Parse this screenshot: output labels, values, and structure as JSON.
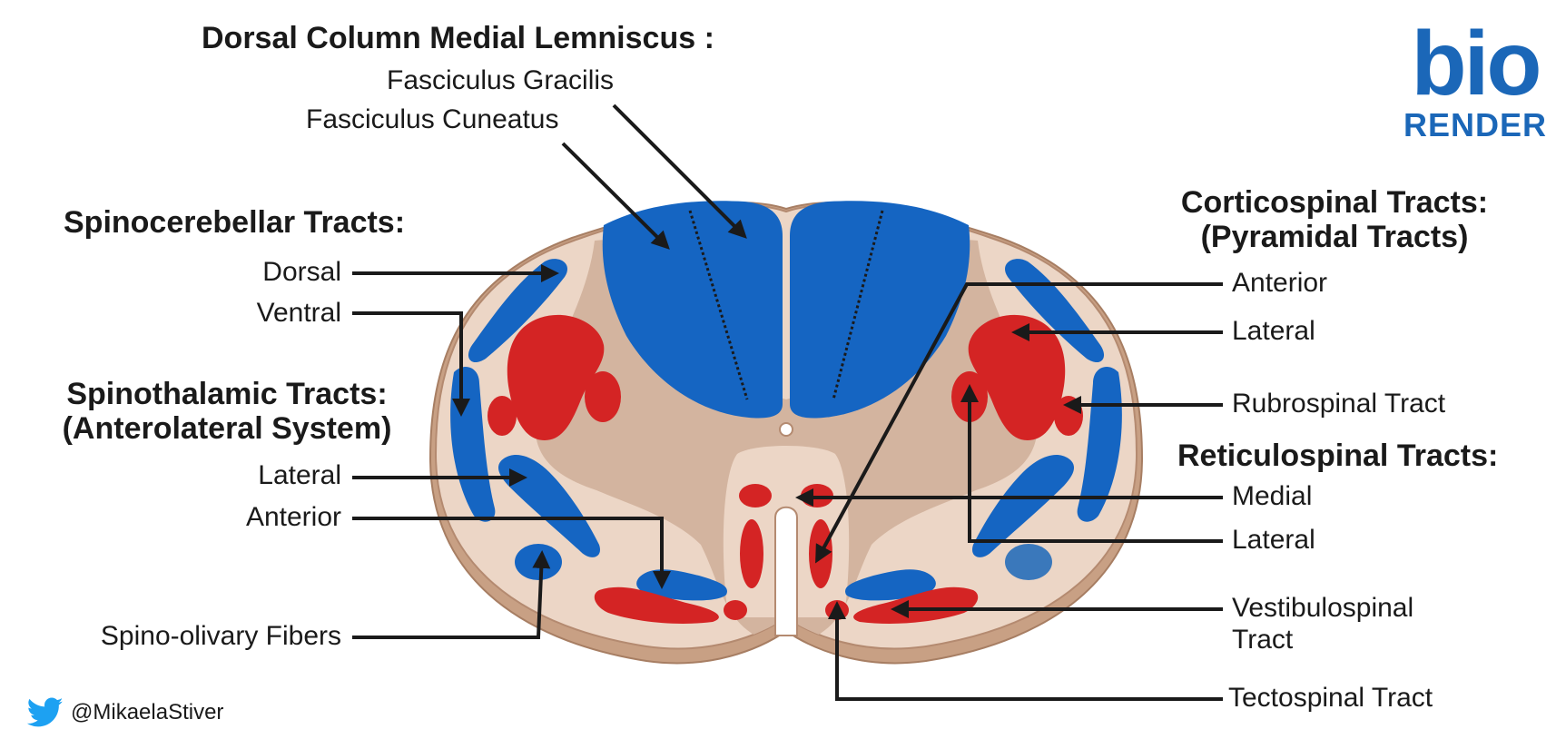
{
  "colors": {
    "tract_blue": "#1565c2",
    "tract_red": "#d42424",
    "grey_matter": "#d3b49f",
    "white_matter": "#ecd6c6",
    "outer_rim": "#c8a084",
    "logo_blue": "#1b67b8"
  },
  "dorsal_column": {
    "heading": "Dorsal Column Medial Lemniscus :",
    "gracilis": "Fasciculus Gracilis",
    "cuneatus": "Fasciculus Cuneatus"
  },
  "spinocerebellar": {
    "heading": "Spinocerebellar Tracts:",
    "dorsal": "Dorsal",
    "ventral": "Ventral"
  },
  "spinothalamic": {
    "heading_line1": "Spinothalamic Tracts:",
    "heading_line2": "(Anterolateral System)",
    "lateral": "Lateral",
    "anterior": "Anterior"
  },
  "spino_olivary": "Spino-olivary Fibers",
  "corticospinal": {
    "heading_line1": "Corticospinal Tracts:",
    "heading_line2": "(Pyramidal Tracts)",
    "anterior": "Anterior",
    "lateral": "Lateral"
  },
  "rubrospinal": "Rubrospinal Tract",
  "reticulospinal": {
    "heading": "Reticulospinal Tracts:",
    "medial": "Medial",
    "lateral": "Lateral"
  },
  "vestibulospinal": {
    "line1": "Vestibulospinal",
    "line2": "Tract"
  },
  "tectospinal": "Tectospinal Tract",
  "logo": {
    "top": "bio",
    "bottom": "RENDER"
  },
  "credit": {
    "icon": "twitter-bird-icon",
    "handle": "@MikaelaStiver"
  }
}
